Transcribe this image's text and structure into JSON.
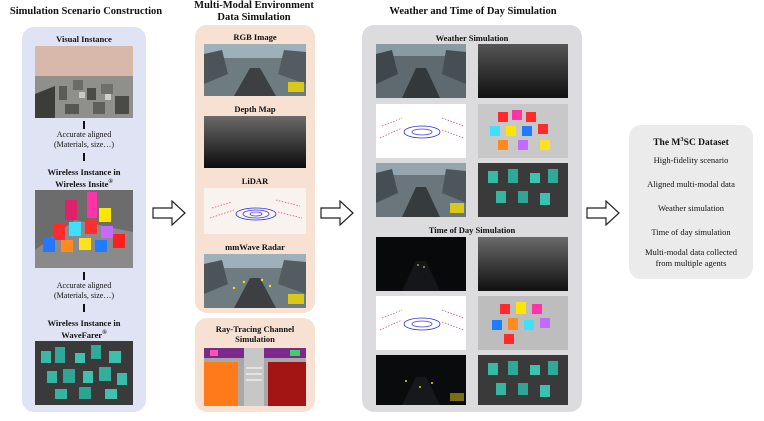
{
  "left": {
    "title": "Simulation Scenario Construction",
    "visual_instance": "Visual Instance",
    "aligned_line1": "Accurate aligned",
    "aligned_line2": "(Materials, size…)",
    "wireless_insite_line1": "Wireless Instance in",
    "wireless_insite_line2": "Wireless Insite",
    "wireless_insite_mark": "®",
    "wavefarer_line1": "Wireless Instance in",
    "wavefarer_line2": "WaveFarer",
    "wavefarer_mark": "®"
  },
  "middle": {
    "title_line1": "Multi-Modal Environment",
    "title_line2": "Data Simulation",
    "rgb": "RGB Image",
    "depth": "Depth Map",
    "lidar": "LiDAR",
    "radar": "mmWave Radar",
    "raytracing_line1": "Ray-Tracing Channel",
    "raytracing_line2": "Simulation"
  },
  "right": {
    "title": "Weather and Time of Day Simulation",
    "weather": "Weather Simulation",
    "timeofday": "Time of Day Simulation"
  },
  "dataset": {
    "title_prefix": "The M",
    "title_sup": "3",
    "title_suffix": "SC Dataset",
    "items": [
      "High-fidelity scenario",
      "Aligned multi-modal data",
      "Weather simulation",
      "Time of day simulation",
      "Multi-modal data collected",
      "from multiple agents"
    ]
  },
  "colors": {
    "left_panel": "#dfe3f3",
    "middle_panel": "#f6e1d3",
    "right_panel": "#dcdcdf",
    "dataset_panel": "#ebebeb"
  }
}
